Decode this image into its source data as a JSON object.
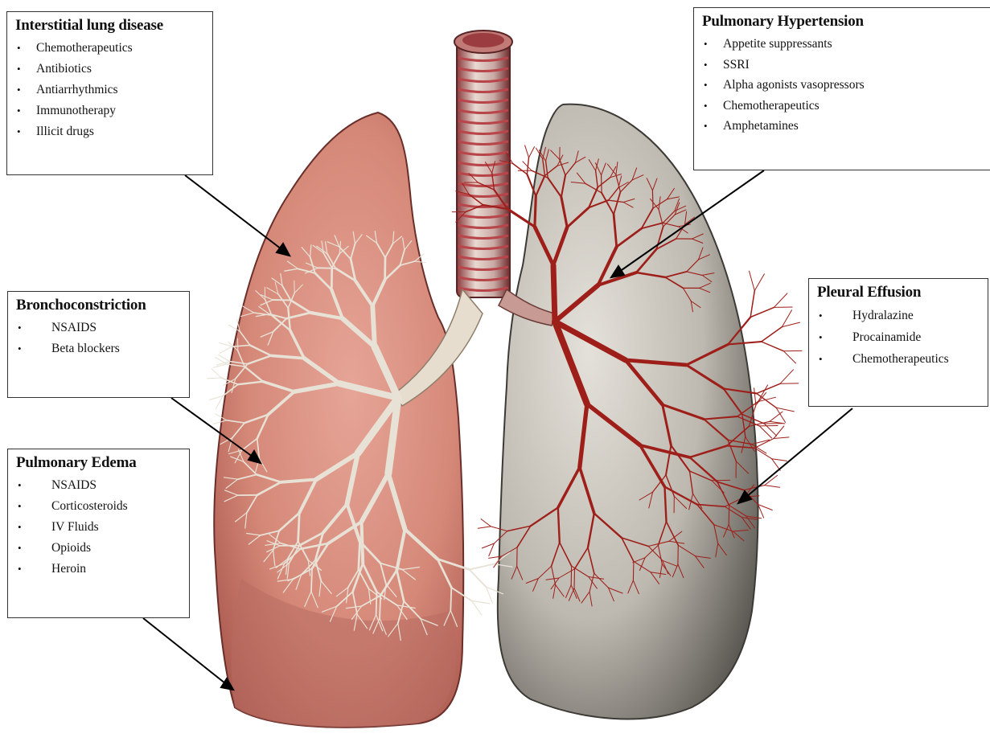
{
  "interstitial_lung_disease": {
    "title": "Interstitial lung disease",
    "items": [
      "Chemotherapeutics",
      "Antibiotics",
      "Antiarrhythmics",
      "Immunotherapy",
      "Illicit drugs"
    ]
  },
  "pulmonary_hypertension": {
    "title": "Pulmonary Hypertension",
    "items": [
      "Appetite suppressants",
      "SSRI",
      "Alpha agonists vasopressors",
      "Chemotherapeutics",
      "Amphetamines"
    ]
  },
  "bronchoconstriction": {
    "title": "Bronchoconstriction",
    "items": [
      "NSAIDS",
      "Beta blockers"
    ]
  },
  "pulmonary_edema": {
    "title": "Pulmonary Edema",
    "items": [
      "NSAIDS",
      "Corticosteroids",
      "IV Fluids",
      "Opioids",
      "Heroin"
    ]
  },
  "pleural_effusion": {
    "title": "Pleural Effusion",
    "items": [
      "Hydralazine",
      "Procainamide",
      "Chemotherapeutics"
    ]
  },
  "bullet_char": "•",
  "colors": {
    "left_lung": "#d98a80",
    "left_lung_dark": "#b35a52",
    "right_lung": "#c9c5bd",
    "right_lung_dark": "#5d5a55",
    "vessel": "#9e1f1a",
    "airway": "#e8e2d6",
    "trachea_ring": "#b8454a"
  }
}
